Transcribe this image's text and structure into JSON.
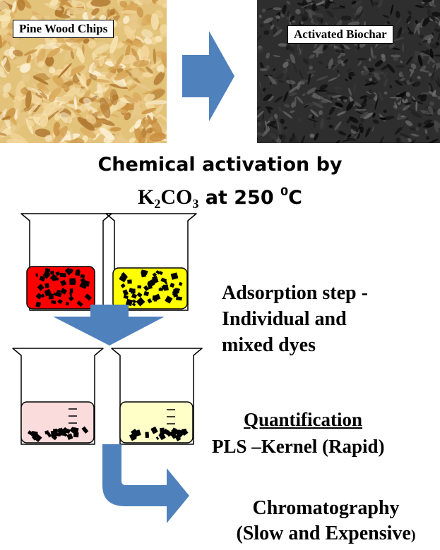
{
  "top_row": {
    "raw_label": "Pine Wood Chips",
    "product_label": "Activated Biochar"
  },
  "activation": {
    "line1": "Chemical activation by",
    "k": "K",
    "k_sub": "2",
    "co": "CO",
    "co_sub": "3",
    "at_temp": " at 250 ",
    "deg_sup": "0",
    "unit": "C"
  },
  "adsorption": {
    "line1": "Adsorption step -",
    "line2": "Individual and",
    "line3": "mixed dyes"
  },
  "quantification": {
    "heading": "Quantification",
    "method": "PLS –Kernel (Rapid)"
  },
  "chromatography": {
    "line1": "Chromatography",
    "line2": "(Slow and Expensive",
    "close_paren": ")"
  },
  "colors": {
    "arrow_blue": "#4f81bd",
    "dye_red": "#ff0000",
    "dye_yellow": "#ffff00",
    "diluted_pink": "#fbdcdc",
    "diluted_yellow": "#ffffc8",
    "wood": "#e3c27a",
    "biochar": "#2e2e2e"
  }
}
